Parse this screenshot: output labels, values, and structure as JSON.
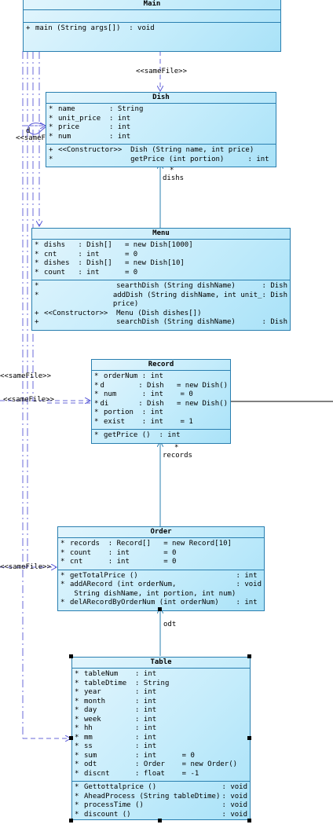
{
  "classes": {
    "main": {
      "name": "Main",
      "attrs": [],
      "ops": [
        {
          "m": "+",
          "t": "main (String args[])  : void",
          "r": ""
        }
      ]
    },
    "dish": {
      "name": "Dish",
      "attrs": [
        {
          "m": "*",
          "t": "name        : String",
          "r": ""
        },
        {
          "m": "*",
          "t": "unit_price  : int",
          "r": ""
        },
        {
          "m": "*",
          "t": "price       : int",
          "r": ""
        },
        {
          "m": "*",
          "t": "num         : int",
          "r": ""
        }
      ],
      "ops": [
        {
          "m": "+",
          "t": "<<Constructor>>  Dish (String name, int price)",
          "r": ""
        },
        {
          "m": "*",
          "t": "                 getPrice (int portion)",
          "r": ": int "
        }
      ]
    },
    "menu": {
      "name": "Menu",
      "attrs": [
        {
          "m": "*",
          "t": "dishs   : Dish[]   = new Dish[1000]",
          "r": ""
        },
        {
          "m": "*",
          "t": "cnt     : int      = 0",
          "r": ""
        },
        {
          "m": "*",
          "t": "dishes  : Dish[]   = new Dish[10]",
          "r": ""
        },
        {
          "m": "*",
          "t": "count   : int      = 0",
          "r": ""
        }
      ],
      "ops": [
        {
          "m": "*",
          "t": "                 searthDish (String dishName)",
          "r": ": Dish"
        },
        {
          "m": "*",
          "t": "                 addDish (String dishName, int unit_\n                 price)",
          "r": ": Dish"
        },
        {
          "m": "+",
          "t": "<<Constructor>>  Menu (Dish dishes[])",
          "r": ""
        },
        {
          "m": "+",
          "t": "                 searchDish (String dishName)",
          "r": ": Dish"
        }
      ]
    },
    "record": {
      "name": "Record",
      "attrs": [
        {
          "m": "*",
          "t": "orderNum : int",
          "r": ""
        },
        {
          "m": "*",
          "t": "d        : Dish   = new Dish()",
          "r": ""
        },
        {
          "m": "*",
          "t": "num      : int    = 0",
          "r": ""
        },
        {
          "m": "*",
          "t": "di       : Dish   = new Dish()",
          "r": ""
        },
        {
          "m": "*",
          "t": "portion  : int",
          "r": ""
        },
        {
          "m": "*",
          "t": "exist    : int    = 1",
          "r": ""
        }
      ],
      "ops": [
        {
          "m": "*",
          "t": "getPrice ()  : int",
          "r": ""
        }
      ]
    },
    "order": {
      "name": "Order",
      "attrs": [
        {
          "m": "*",
          "t": "records  : Record[]   = new Record[10]",
          "r": ""
        },
        {
          "m": "*",
          "t": "count    : int        = 0",
          "r": ""
        },
        {
          "m": "*",
          "t": "cnt      : int        = 0",
          "r": ""
        }
      ],
      "ops": [
        {
          "m": "*",
          "t": "getTotalPrice ()",
          "r": ": int "
        },
        {
          "m": "*",
          "t": "addARecord (int orderNum,\n String dishName, int portion, int num)",
          "r": ": void"
        },
        {
          "m": "*",
          "t": "delARecordByOrderNum (int orderNum)",
          "r": ": int "
        }
      ]
    },
    "table": {
      "name": "Table",
      "attrs": [
        {
          "m": "*",
          "t": "tableNum    : int",
          "r": ""
        },
        {
          "m": "*",
          "t": "tableDtime  : String",
          "r": ""
        },
        {
          "m": "*",
          "t": "year        : int",
          "r": ""
        },
        {
          "m": "*",
          "t": "month       : int",
          "r": ""
        },
        {
          "m": "*",
          "t": "day         : int",
          "r": ""
        },
        {
          "m": "*",
          "t": "week        : int",
          "r": ""
        },
        {
          "m": "*",
          "t": "hh          : int",
          "r": ""
        },
        {
          "m": "*",
          "t": "mm          : int",
          "r": ""
        },
        {
          "m": "*",
          "t": "ss          : int",
          "r": ""
        },
        {
          "m": "*",
          "t": "sum         : int      = 0",
          "r": ""
        },
        {
          "m": "*",
          "t": "odt         : Order    = new Order()",
          "r": ""
        },
        {
          "m": "*",
          "t": "discnt      : float    = -1",
          "r": ""
        }
      ],
      "ops": [
        {
          "m": "*",
          "t": "Gettottalprice ()",
          "r": ": void"
        },
        {
          "m": "*",
          "t": "AheadProcess (String tableDtime)",
          "r": ": void"
        },
        {
          "m": "*",
          "t": "processTime ()",
          "r": ": void"
        },
        {
          "m": "*",
          "t": "discount ()",
          "r": ": void"
        }
      ]
    }
  },
  "labels": {
    "samefile_main_dish": "<<sameFile>>",
    "samefile_dish_left": "<<sameF",
    "dish_d": "d",
    "samefile_record_1": "<<sameFile>>",
    "samefile_record_2": "<<sameFile>>",
    "samefile_order": "<<sameFile>>",
    "dish_mult": "*",
    "dish_role": "dishs",
    "records_mult": "*",
    "records_role": "records",
    "odt_role": "odt"
  },
  "colors": {
    "line": "#2a7fb0",
    "dep": "#6a6ad8",
    "fill": "#c4ecfb"
  }
}
